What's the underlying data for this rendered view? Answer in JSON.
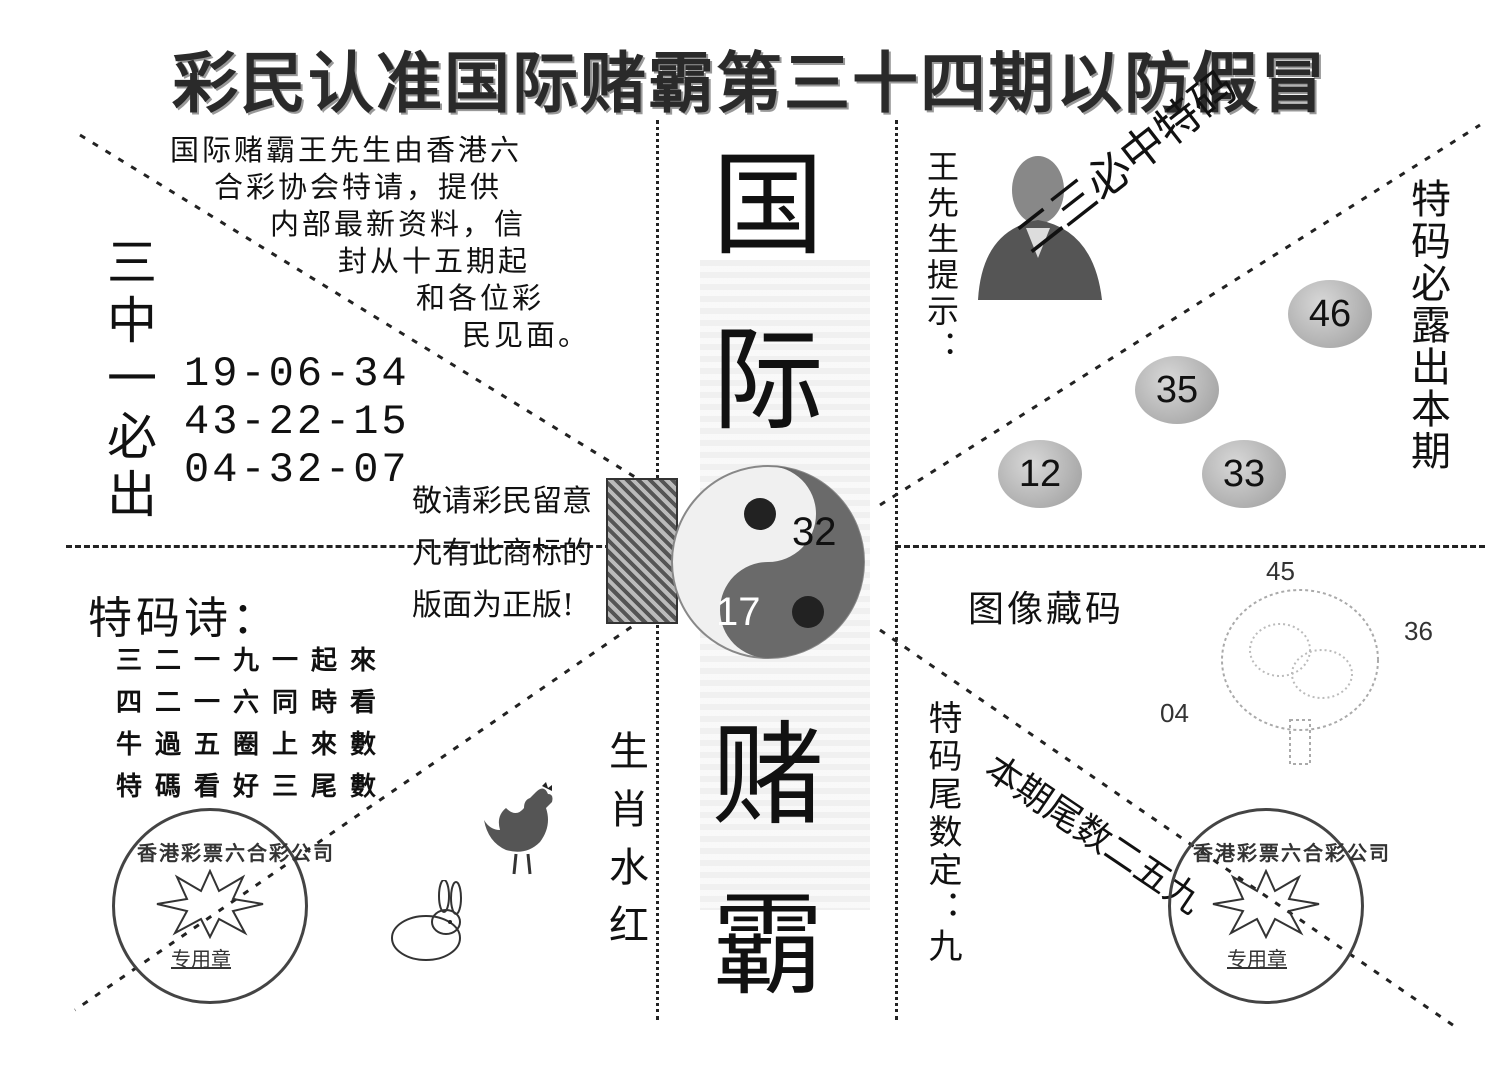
{
  "header": {
    "title": "彩民认准国际赌霸第三十四期以防假冒"
  },
  "intro": {
    "lines": [
      "国际赌霸王先生由香港六",
      "合彩协会特请，提供",
      "内部最新资料，信",
      "封从十五期起",
      "和各位彩",
      "民见面。"
    ]
  },
  "sanzhong": {
    "label": "三中一必出",
    "numbers": [
      "19-06-34",
      "43-22-15",
      "04-32-07"
    ]
  },
  "notice": {
    "lines": [
      "敬请彩民留意",
      "凡有此商标的",
      "版面为正版!"
    ]
  },
  "poem": {
    "title": "特码诗：",
    "lines": [
      "三二一九一起來",
      "四二一六同時看",
      "牛過五圈上來數",
      "特碼看好三尾數"
    ]
  },
  "center": {
    "chars": [
      "国",
      "际",
      "赌",
      "霸"
    ],
    "yin_yang_numbers": [
      "32",
      "17"
    ]
  },
  "left_bottom": {
    "vertical": "生肖水红"
  },
  "right_top": {
    "hint": "王先生提示：",
    "diagonal": "二三必中特码",
    "vertical": "特码必露出本期",
    "balls": [
      "46",
      "35",
      "12",
      "33"
    ]
  },
  "right_bottom": {
    "label": "图像藏码",
    "numbers": [
      "45",
      "36",
      "04"
    ],
    "vertical": "特码尾数定：九",
    "diagonal": "本期尾数二五九"
  },
  "stamps": {
    "top_text": "香港彩票六合彩公司",
    "bottom_text": "专用章"
  }
}
